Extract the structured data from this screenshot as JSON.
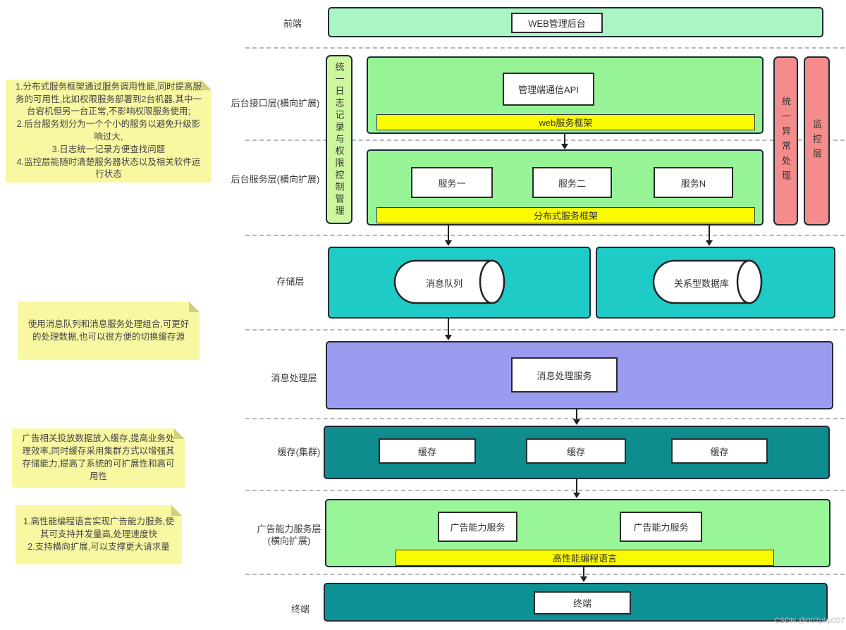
{
  "watermark": "CSDN @007php007",
  "colors": {
    "frontend_mint": "#a9f5c3",
    "layer_green": "#96f496",
    "log_bar_green": "#cdf79e",
    "side_bar_pink": "#f58c8c",
    "framework_yellow": "#fbfb00",
    "storage_cyan": "#1fcbc6",
    "message_purple": "#9b9bef",
    "cache_teal": "#0e8c8e",
    "note_yellow": "#f8f8a2"
  },
  "notes": [
    {
      "text": "1.分布式服务框架通过服务调用性能,同时提高服\n务的可用性,比如权限服务部署到2台机器,其中一\n台宕机但另一台正常,不影响权限服务使用;\n2.后台服务划分为一个个小的服务以避免升级影\n响过大,\n3.日志统一记录方便查找问题\n4.监控层能随时清楚服务器状态以及相关软件运\n行状态"
    },
    {
      "text": "使用消息队列和消息服务处理组合,可更好\n的处理数据,也可以很方便的切换缓存源"
    },
    {
      "text": "广告相关投放数据放入缓存,提高业务处\n理效率,同时缓存采用集群方式以增强其\n存储能力,提高了系统的可扩展性和高可\n用性"
    },
    {
      "text": "1.高性能编程语言实现广告能力服务,使\n其可支持并发量高,处理速度快\n2.支持横向扩展,可以支撑更大请求量"
    }
  ],
  "layers": {
    "frontend": {
      "label": "前端",
      "box": "WEB管理后台"
    },
    "interface": {
      "label": "后台接口层(横向扩展)",
      "api": "管理端通信API",
      "framework": "web服务框架"
    },
    "service": {
      "label": "后台服务层(横向扩展)",
      "items": [
        "服务一",
        "服务二",
        "服务N"
      ],
      "framework": "分布式服务框架"
    },
    "sidebars": {
      "log": "统一日志记录与权限控制管理",
      "exception": "统一异常处理",
      "monitor": "监控层"
    },
    "storage": {
      "label": "存储层",
      "queue": "消息队列",
      "database": "关系型数据库"
    },
    "message": {
      "label": "消息处理层",
      "box": "消息处理服务"
    },
    "cache": {
      "label": "缓存(集群)",
      "items": [
        "缓存",
        "缓存",
        "缓存"
      ]
    },
    "ad": {
      "label_line1": "广告能力服务层",
      "label_line2": "(横向扩展)",
      "items": [
        "广告能力服务",
        "广告能力服务"
      ],
      "framework": "高性能编程语言"
    },
    "terminal": {
      "label": "终端",
      "box": "终端"
    }
  }
}
